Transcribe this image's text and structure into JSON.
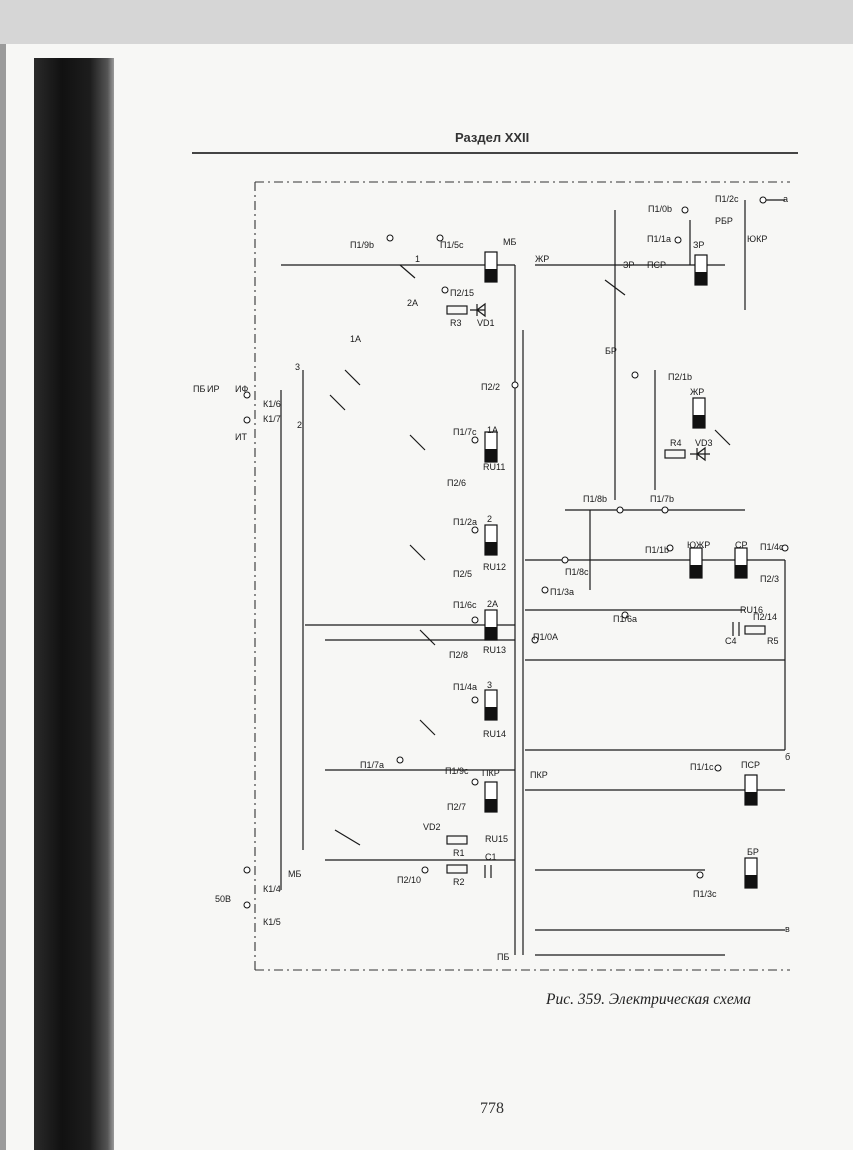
{
  "header": {
    "section_title": "Раздел XXII"
  },
  "figure": {
    "caption": "Рис. 359. Электрическая схема",
    "terminals": {
      "top": [
        "П1/9b",
        "П1/5c",
        "П1/0b",
        "П1/2c",
        "П1/1a"
      ],
      "left": [
        "ПБ",
        "ИР",
        "ИФ",
        "ИТ",
        "К1/6",
        "К1/7",
        "К1/4",
        "К1/5",
        "МБ",
        "50В"
      ],
      "right": [
        "а",
        "б",
        "в"
      ],
      "middle": [
        "П2/15",
        "П2/2",
        "П1/7c",
        "П2/6",
        "П1/2a",
        "П2/5",
        "П1/6c",
        "П2/8",
        "П1/4a",
        "П1/7a",
        "П1/9c",
        "П2/7",
        "П2/10",
        "П1/8b",
        "П1/7b",
        "П1/1b",
        "П1/8c",
        "П1/4c",
        "П2/3",
        "П2/14",
        "П1/3a",
        "П1/6a",
        "П1/0A",
        "П1/1c",
        "П1/3c",
        "П2/1b"
      ]
    },
    "relays": [
      "МБ",
      "ЗР",
      "ЖР",
      "1А",
      "2",
      "2А",
      "3",
      "ПКР",
      "ЮЖР",
      "СР",
      "БР",
      "ПСР"
    ],
    "components": [
      "R3",
      "VD1",
      "R4",
      "VD3",
      "RU11",
      "RU12",
      "RU13",
      "RU14",
      "RU15",
      "RU16",
      "VD2",
      "R1",
      "R2",
      "C1",
      "C4",
      "R5"
    ],
    "other_labels": [
      "ПСР",
      "РБР",
      "ЮКР",
      "ПКР",
      "ЖР",
      "БР",
      "ЗР",
      "ПБ",
      "1А",
      "2А",
      "2",
      "3",
      "1"
    ]
  },
  "page": {
    "number": "778"
  }
}
